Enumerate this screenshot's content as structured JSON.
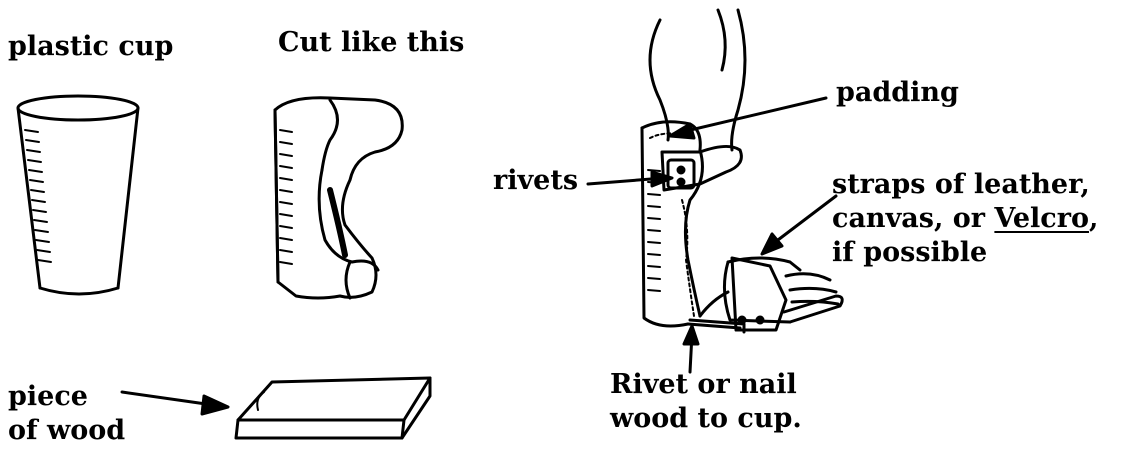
{
  "labels": {
    "plastic_cup": "plastic cup",
    "cut_like_this": "Cut like this",
    "padding": "padding",
    "rivets": "rivets",
    "straps_line1": "straps of leather,",
    "straps_line2_pre": "canvas, or ",
    "straps_line2_velcro": "Velcro",
    "straps_line2_post": ",",
    "straps_line3": "if possible",
    "piece_line1": "piece",
    "piece_line2": "of wood",
    "rivet_line1": "Rivet or nail",
    "rivet_line2": "wood to cup."
  },
  "colors": {
    "ink": "#000000",
    "paper": "#ffffff"
  },
  "icons": {
    "plastic_cup": "plastic-cup-icon",
    "cut_cup": "cut-cup-icon",
    "wood_piece": "wood-piece-icon",
    "brace": "leg-brace-icon"
  }
}
